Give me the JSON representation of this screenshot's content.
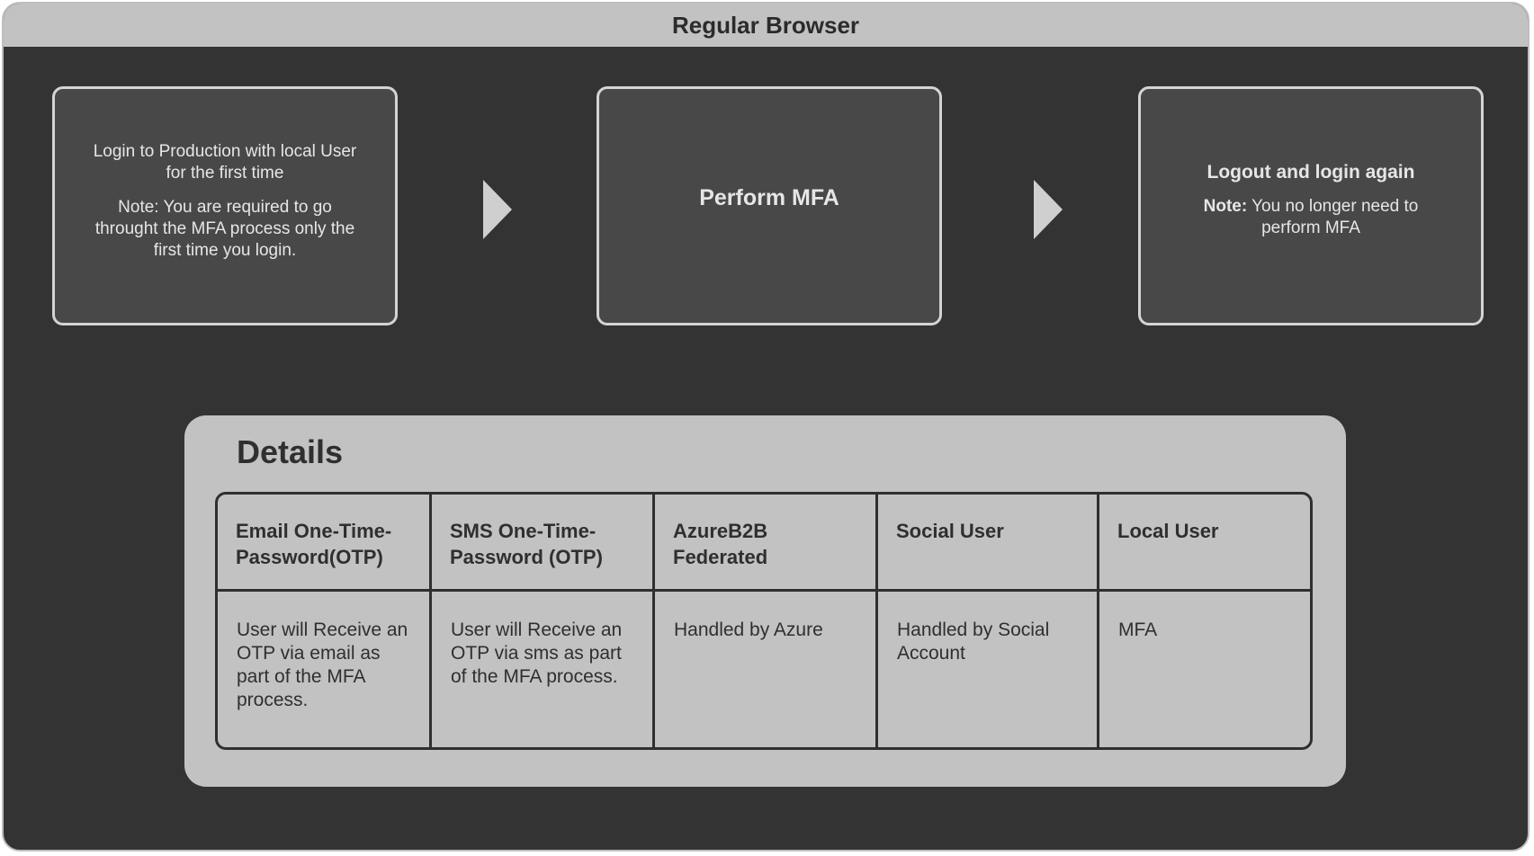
{
  "window": {
    "title": "Regular Browser"
  },
  "steps": [
    {
      "main": "Login to Production with local User for the first time",
      "note_label": "",
      "note": "Note: You are required to go throught the MFA process only the first time you login."
    },
    {
      "main": "Perform MFA",
      "note_label": "",
      "note": ""
    },
    {
      "main": "Logout and login again",
      "note_label": "Note:",
      "note": " You no longer need to perform MFA"
    }
  ],
  "details": {
    "title": "Details",
    "columns": [
      "Email One-Time-Password(OTP)",
      "SMS One-Time-Password (OTP)",
      "AzureB2B Federated",
      "Social User",
      "Local User"
    ],
    "rows": [
      [
        "User will Receive an OTP via email as part of the MFA process.",
        "User will Receive an OTP via sms as part of the MFA process.",
        "Handled by Azure",
        "Handled by Social Account",
        "MFA"
      ]
    ]
  },
  "colors": {
    "background": "#333333",
    "titlebar": "#c2c2c2",
    "step_box": "#484848",
    "step_border": "#d4d4d4",
    "details_panel": "#c2c2c2",
    "table_line": "#2f2f2f"
  }
}
